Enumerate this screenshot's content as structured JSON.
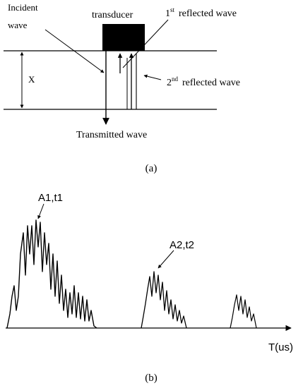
{
  "panel_a": {
    "incident_line1": "Incident",
    "incident_line2": "wave",
    "transducer": "transducer",
    "first_reflected_num": "1",
    "first_reflected_sup": "st",
    "first_reflected_text": "reflected wave",
    "second_reflected_num": "2",
    "second_reflected_sup": "nd",
    "second_reflected_text": "reflected wave",
    "thickness": "X",
    "transmitted": "Transmitted wave",
    "caption": "(a)"
  },
  "panel_b": {
    "echo1_label": "A1,t1",
    "echo2_label": "A2,t2",
    "axis_label": "T(us)",
    "caption": "(b)"
  },
  "colors": {
    "ink": "#000000",
    "background": "#ffffff"
  }
}
